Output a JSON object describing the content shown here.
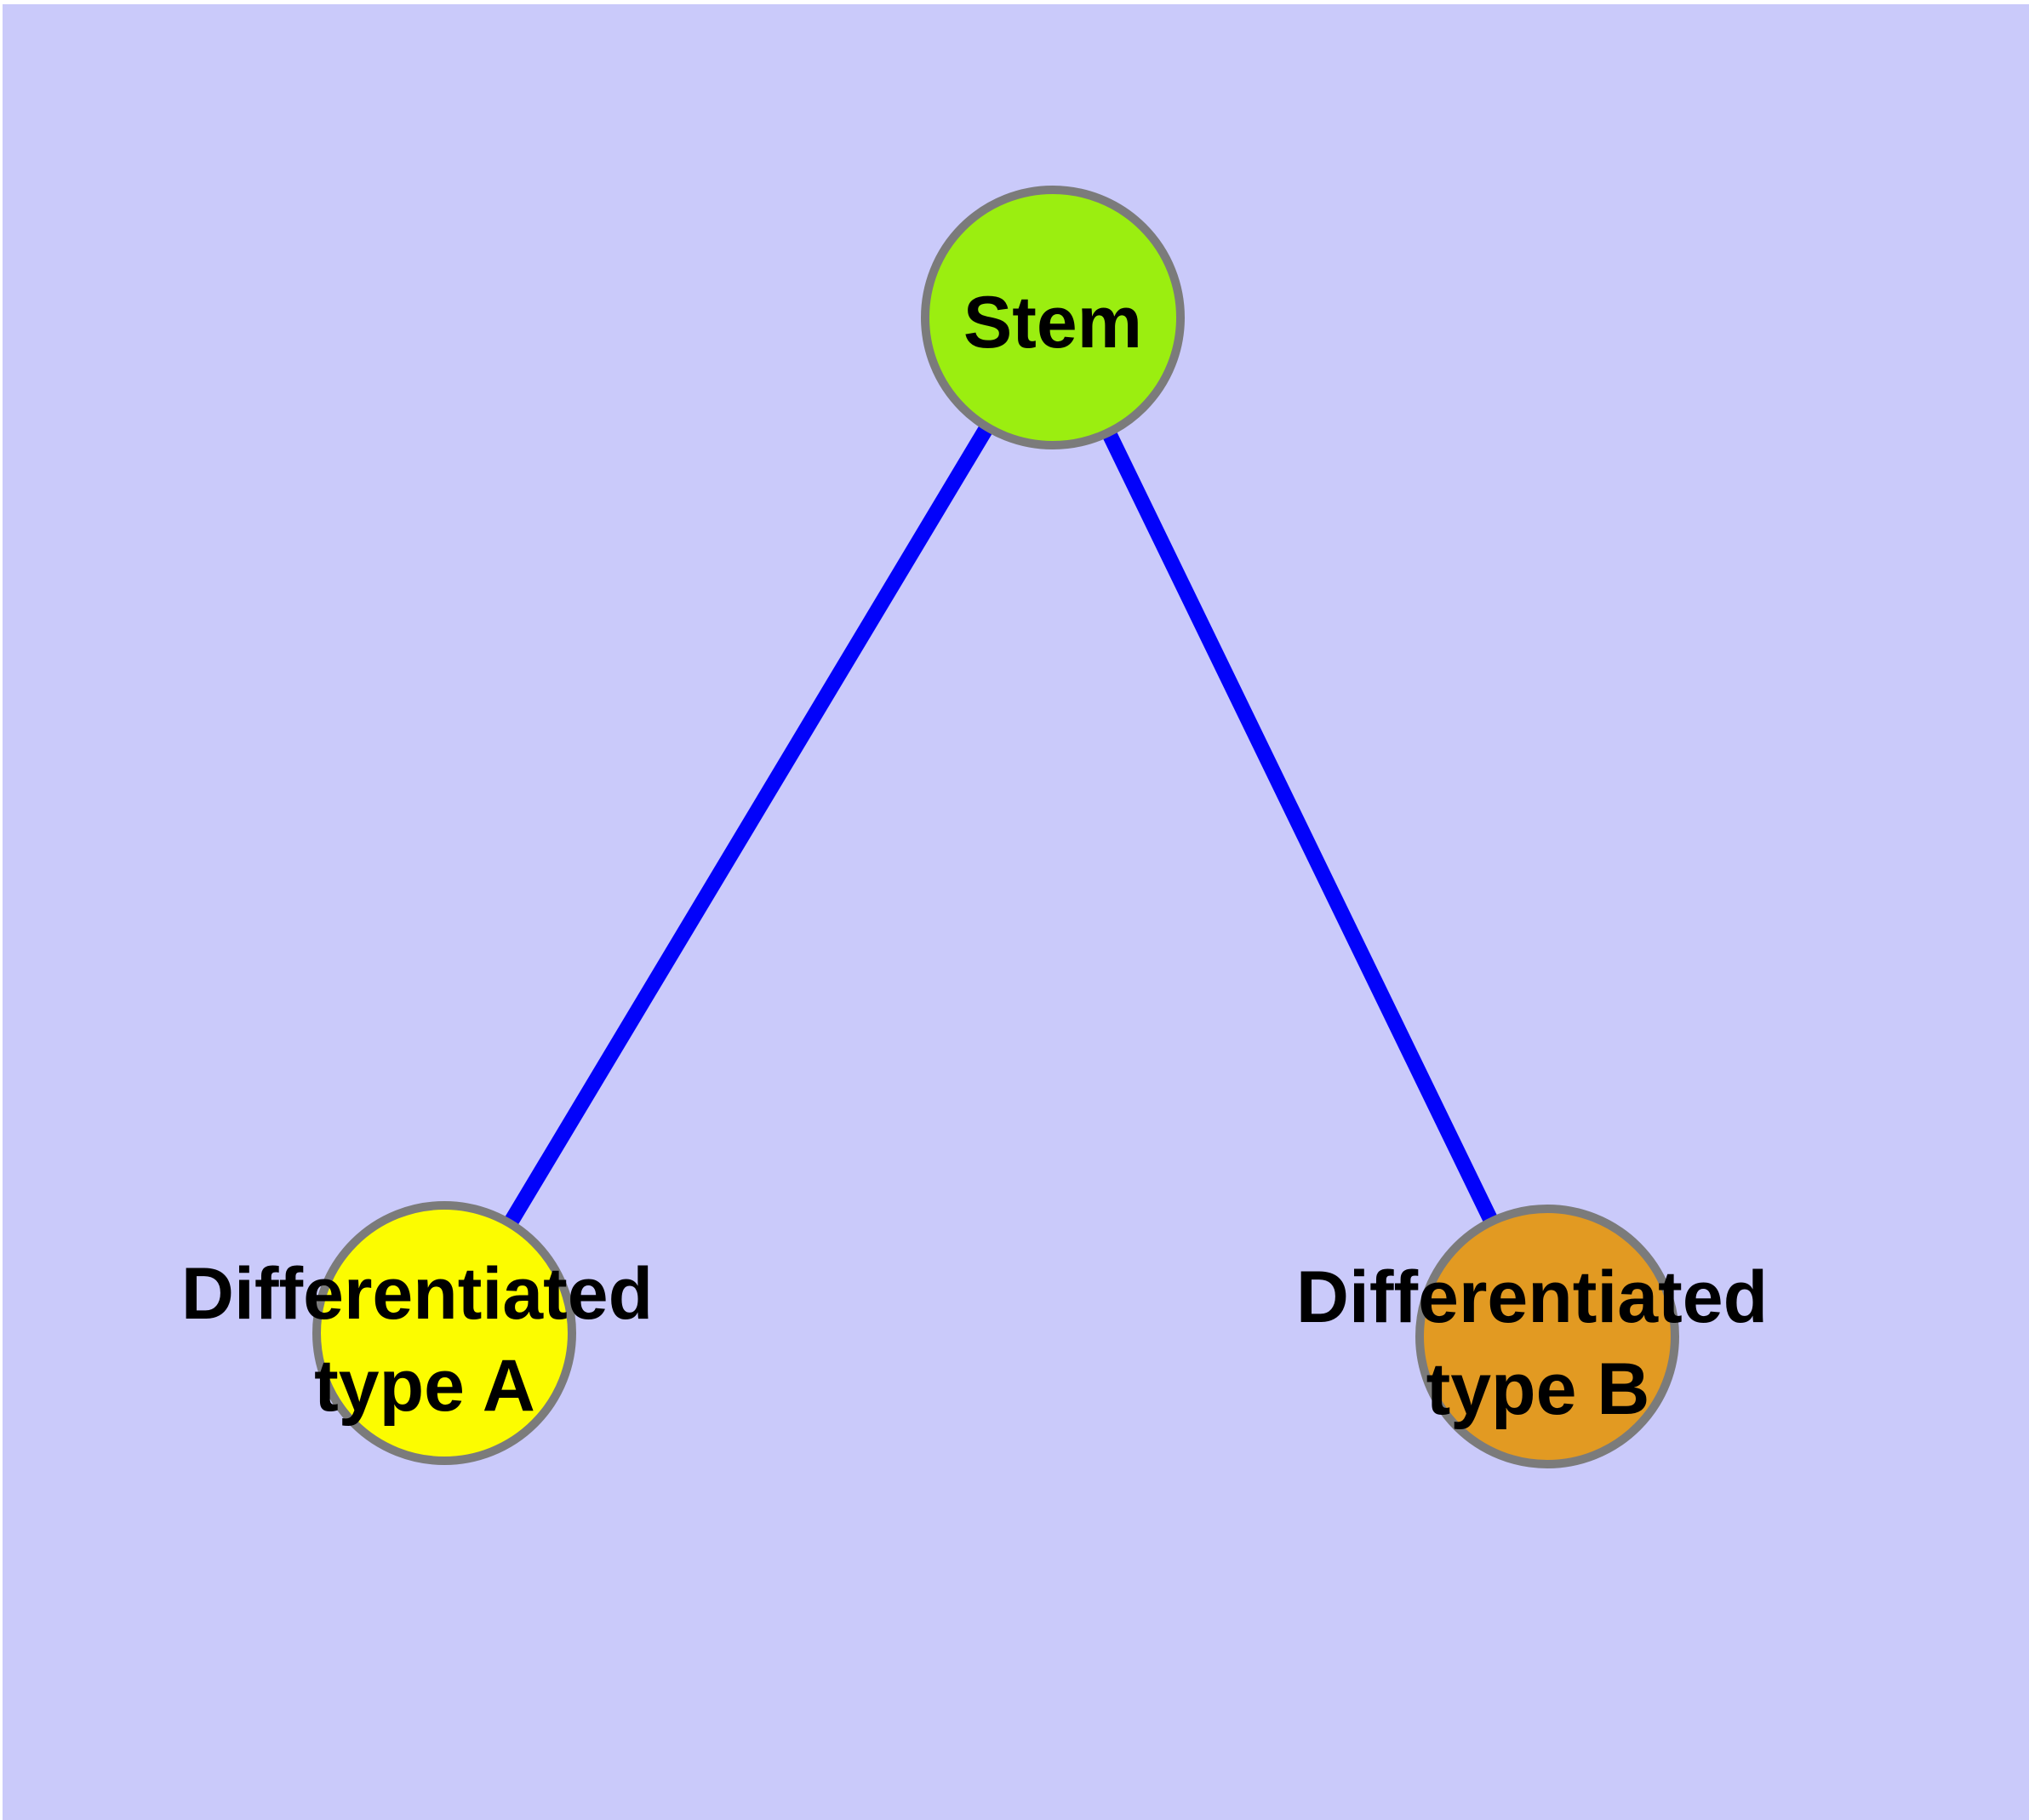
{
  "diagram": {
    "nodes": [
      {
        "id": "stem",
        "label": "Stem",
        "label_lines": [
          "Stem"
        ],
        "fill": "#9BEE10"
      },
      {
        "id": "differentiated-type-a",
        "label": "Differentiated type A",
        "label_lines": [
          "Differentiated",
          "type A"
        ],
        "fill": "#FCFC00"
      },
      {
        "id": "differentiated-type-b",
        "label": "Differentiated type B",
        "label_lines": [
          "Differentiated",
          "type B"
        ],
        "fill": "#E29A22"
      }
    ],
    "edges": [
      {
        "from": "stem",
        "to": "differentiated-type-a"
      },
      {
        "from": "stem",
        "to": "differentiated-type-b"
      }
    ],
    "colors": {
      "background": "#CACAFA",
      "edge": "#0202FA",
      "node_border": "#7B7B7B",
      "label": "#000000",
      "page_margin": "#FFFFFF"
    }
  }
}
